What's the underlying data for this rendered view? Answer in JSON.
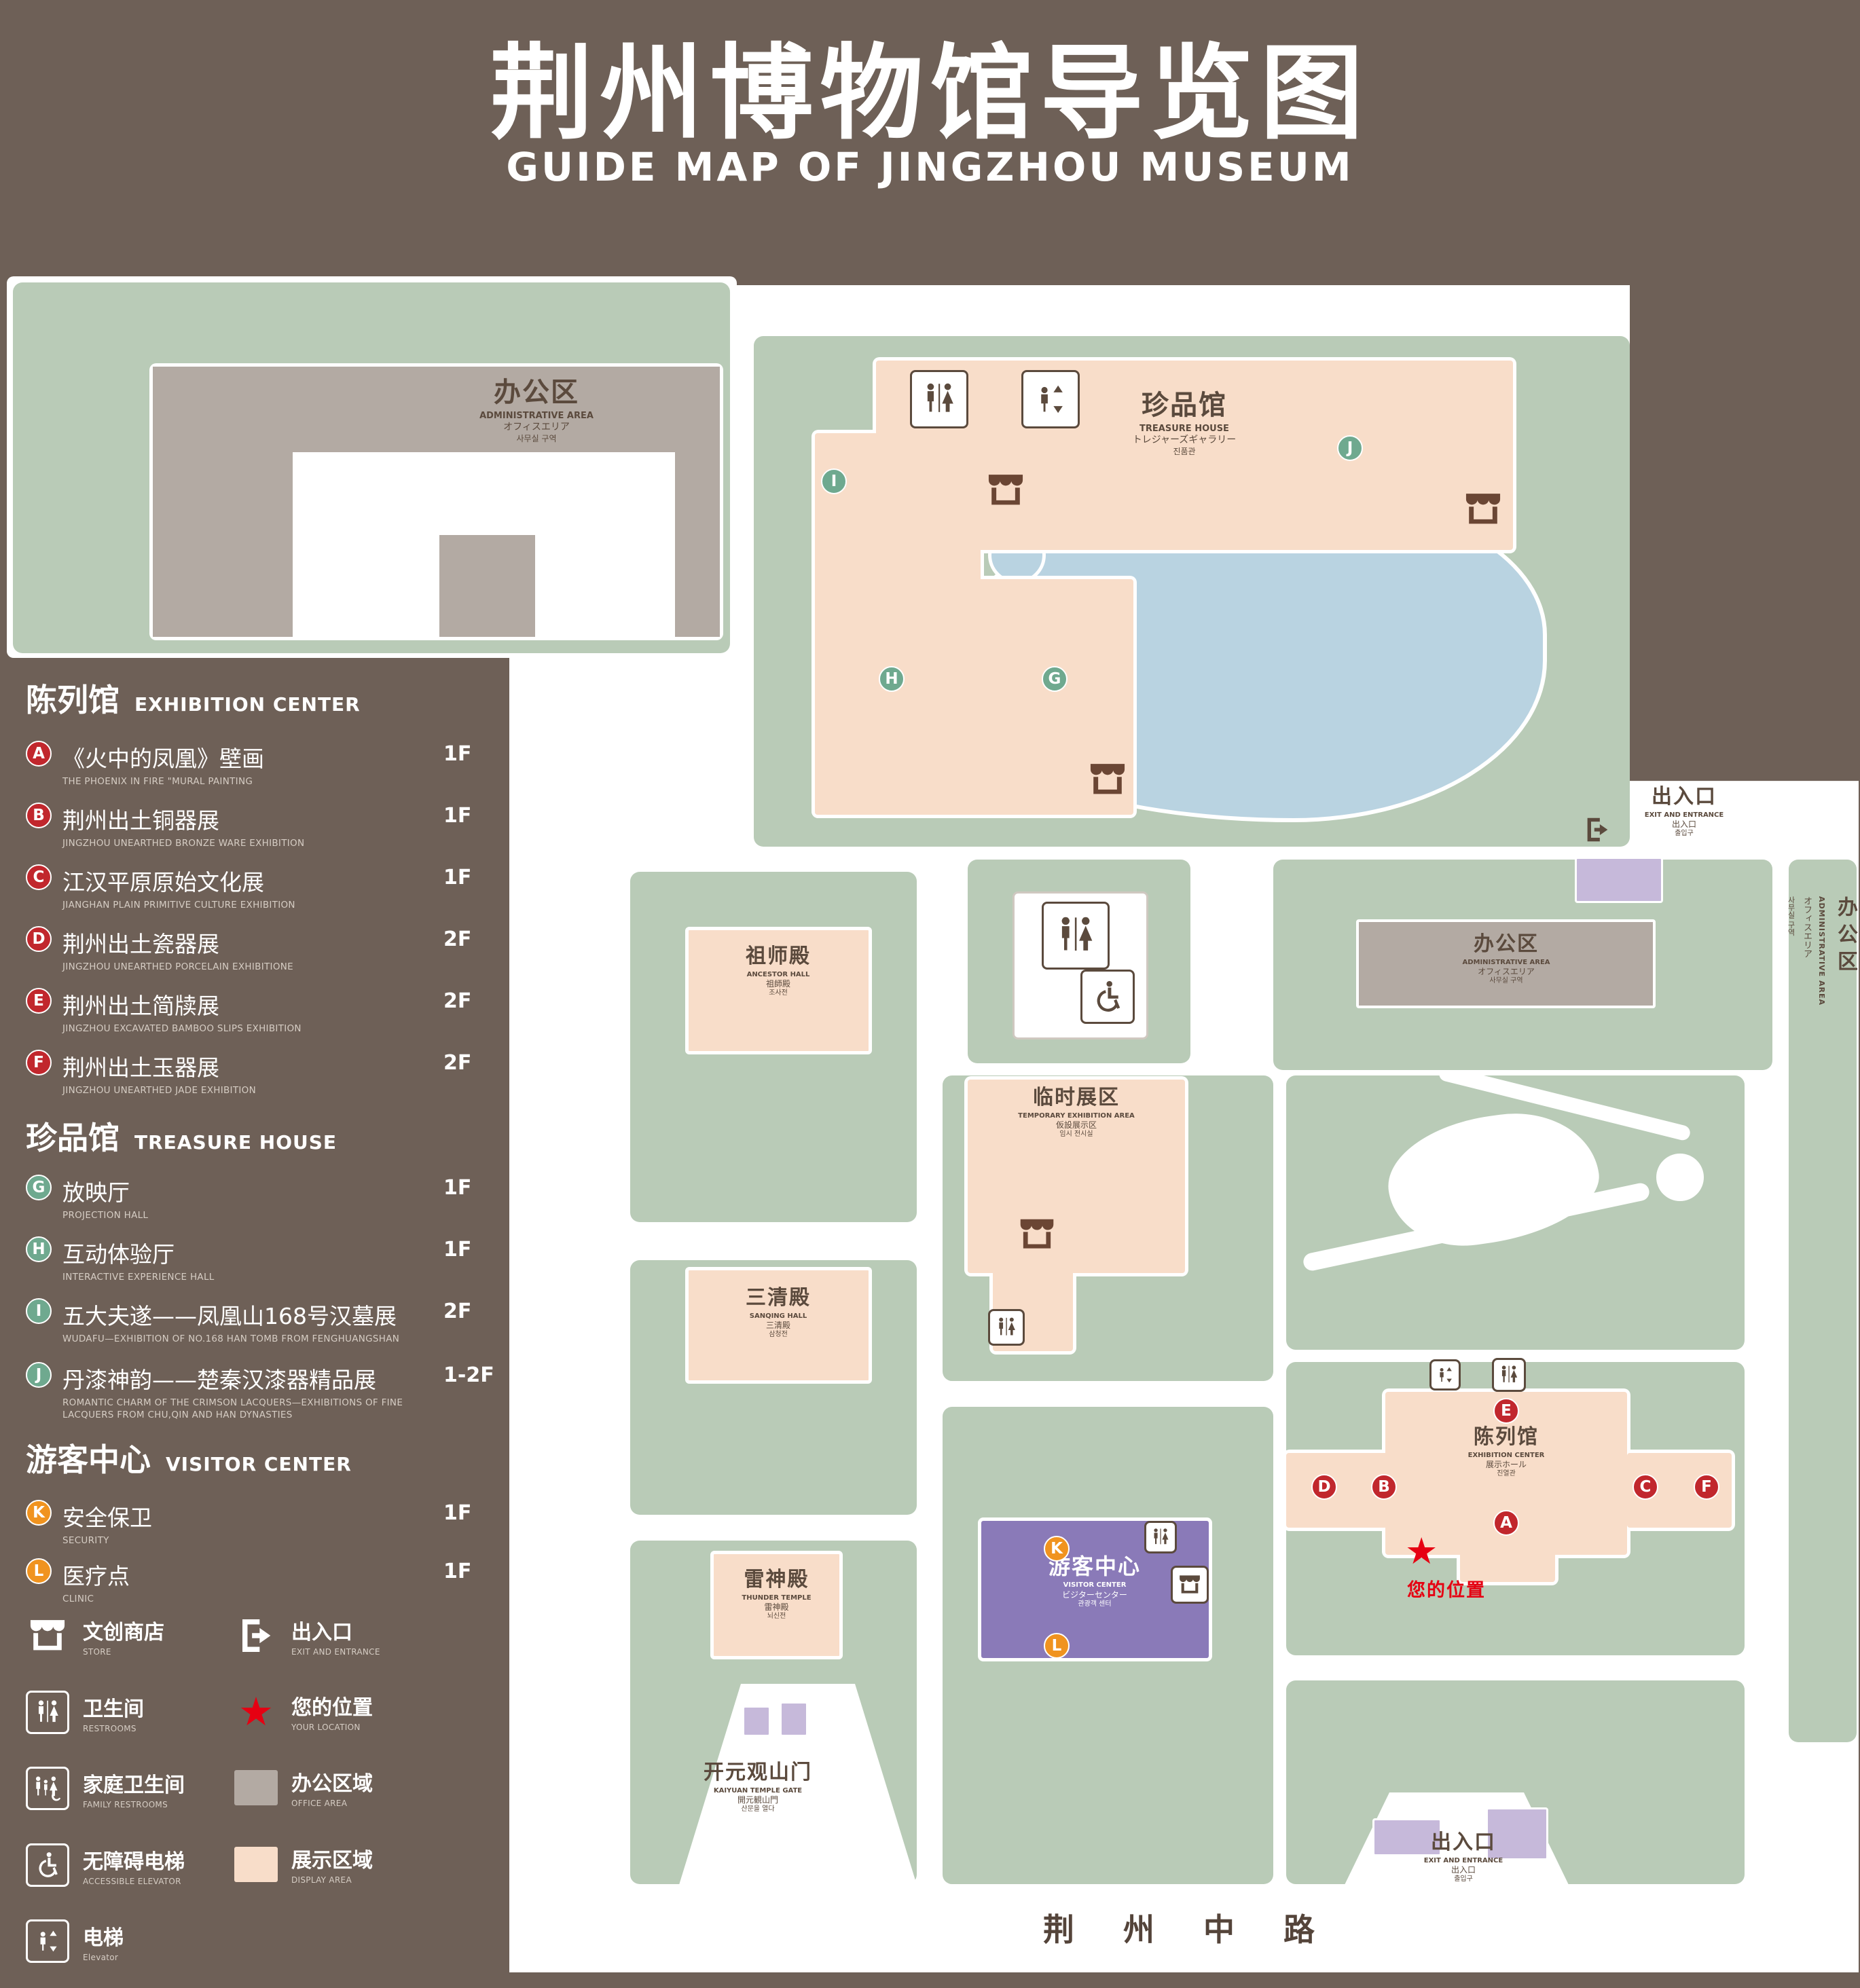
{
  "header": {
    "title": "荆州博物馆导览图",
    "subtitle": "GUIDE MAP OF JINGZHOU MUSEUM"
  },
  "sidebar": {
    "sections": [
      {
        "zh": "陈列馆",
        "en": "EXHIBITION CENTER",
        "items": [
          {
            "badge": "A",
            "zh": "《火中的凤凰》壁画",
            "en": "THE PHOENIX IN FIRE \"MURAL PAINTING",
            "floor": "1F"
          },
          {
            "badge": "B",
            "zh": "荆州出土铜器展",
            "en": "JINGZHOU UNEARTHED BRONZE WARE EXHIBITION",
            "floor": "1F"
          },
          {
            "badge": "C",
            "zh": "江汉平原原始文化展",
            "en": "JIANGHAN PLAIN PRIMITIVE CULTURE EXHIBITION",
            "floor": "1F"
          },
          {
            "badge": "D",
            "zh": "荆州出土瓷器展",
            "en": "JINGZHOU UNEARTHED PORCELAIN EXHIBITIONE",
            "floor": "2F"
          },
          {
            "badge": "E",
            "zh": "荆州出土简牍展",
            "en": "JINGZHOU EXCAVATED BAMBOO SLIPS EXHIBITION",
            "floor": "2F"
          },
          {
            "badge": "F",
            "zh": "荆州出土玉器展",
            "en": "JINGZHOU UNEARTHED JADE EXHIBITION",
            "floor": "2F"
          }
        ]
      },
      {
        "zh": "珍品馆",
        "en": "TREASURE HOUSE",
        "items": [
          {
            "badge": "G",
            "zh": "放映厅",
            "en": "PROJECTION HALL",
            "floor": "1F"
          },
          {
            "badge": "H",
            "zh": "互动体验厅",
            "en": "INTERACTIVE EXPERIENCE HALL",
            "floor": "1F"
          },
          {
            "badge": "I",
            "zh": "五大夫遂——凤凰山168号汉墓展",
            "en": "WUDAFU—EXHIBITION OF NO.168 HAN TOMB FROM FENGHUANGSHAN",
            "floor": "2F"
          },
          {
            "badge": "J",
            "zh": "丹漆神韵——楚秦汉漆器精品展",
            "en": "ROMANTIC CHARM OF THE CRIMSON LACQUERS—EXHIBITIONS OF FINE LACQUERS FROM CHU,QIN AND HAN DYNASTIES",
            "floor": "1-2F"
          }
        ]
      },
      {
        "zh": "游客中心",
        "en": "VISITOR CENTER",
        "items": [
          {
            "badge": "K",
            "zh": "安全保卫",
            "en": "SECURITY",
            "floor": "1F"
          },
          {
            "badge": "L",
            "zh": "医疗点",
            "en": "CLINIC",
            "floor": "1F"
          }
        ]
      }
    ],
    "legend": [
      {
        "icon": "store-icon",
        "zh": "文创商店",
        "en": "STORE"
      },
      {
        "icon": "exit-icon",
        "zh": "出入口",
        "en": "EXIT AND ENTRANCE"
      },
      {
        "icon": "restroom-icon",
        "zh": "卫生间",
        "en": "RESTROOMS"
      },
      {
        "icon": "location-star-icon",
        "zh": "您的位置",
        "en": "YOUR LOCATION"
      },
      {
        "icon": "family-restroom-icon",
        "zh": "家庭卫生间",
        "en": "FAMILY RESTROOMS"
      },
      {
        "icon": "office-area-swatch",
        "zh": "办公区域",
        "en": "OFFICE AREA"
      },
      {
        "icon": "wheelchair-icon",
        "zh": "无障碍电梯",
        "en": "ACCESSIBLE ELEVATOR"
      },
      {
        "icon": "display-area-swatch",
        "zh": "展示区域",
        "en": "DISPLAY AREA"
      },
      {
        "icon": "elevator-icon",
        "zh": "电梯",
        "en": "Elevator"
      }
    ]
  },
  "map": {
    "admin_top_left": {
      "zh": "办公区",
      "en": "ADMINISTRATIVE AREA",
      "ja": "オフィスエリア",
      "ko": "사무실 구역"
    },
    "treasure_house": {
      "zh": "珍品馆",
      "en": "TREASURE HOUSE",
      "ja": "トレジャーズギャラリー",
      "ko": "진품관"
    },
    "ancestor_hall": {
      "zh": "祖师殿",
      "en": "ANCESTOR HALL",
      "ja": "祖師殿",
      "ko": "조사전"
    },
    "temporary_area": {
      "zh": "临时展区",
      "en": "TEMPORARY EXHIBITION AREA",
      "ja": "仮設展示区",
      "ko": "임시 전시실"
    },
    "admin_right": {
      "zh": "办公区",
      "en": "ADMINISTRATIVE AREA",
      "ja": "オフィスエリア",
      "ko": "사무실 구역"
    },
    "admin_far_right": {
      "zh": "办公区",
      "en": "ADMINISTRATIVE AREA",
      "ja": "オフィスエリア",
      "ko": "사무실 구역"
    },
    "sanqing_hall": {
      "zh": "三清殿",
      "en": "SANQING HALL",
      "ja": "三清殿",
      "ko": "삼청전"
    },
    "thunder_temple": {
      "zh": "雷神殿",
      "en": "THUNDER TEMPLE",
      "ja": "雷神殿",
      "ko": "뇌신전"
    },
    "visitor_center": {
      "zh": "游客中心",
      "en": "VISITOR CENTER",
      "ja": "ビジターセンター",
      "ko": "관광객 센터"
    },
    "exhibition_center": {
      "zh": "陈列馆",
      "en": "EXHIBITION CENTER",
      "ja": "展示ホール",
      "ko": "진열관"
    },
    "kaiyuan_gate": {
      "zh": "开元观山门",
      "en": "KAIYUAN TEMPLE GATE",
      "ja": "開元観山門",
      "ko": "산문을 열다"
    },
    "exit_right": {
      "zh": "出入口",
      "en": "EXIT AND ENTRANCE",
      "ja": "出入口",
      "ko": "출입구"
    },
    "exit_bottom": {
      "zh": "出入口",
      "en": "EXIT AND ENTRANCE",
      "ja": "出入口",
      "ko": "출입구"
    },
    "your_location": "您的位置",
    "road": "荆 州 中 路",
    "markers": {
      "A": "A",
      "B": "B",
      "C": "C",
      "D": "D",
      "E": "E",
      "F": "F",
      "G": "G",
      "H": "H",
      "I": "I",
      "J": "J",
      "K": "K",
      "L": "L"
    }
  },
  "colors": {
    "background": "#6e6057",
    "map_green": "#b9cbb7",
    "display_area": "#f8ddc9",
    "office_area": "#b3aaa3",
    "pond": "#b9d3e1",
    "visitor_purple": "#8a7ab8",
    "entrance_purple": "#c6b9da",
    "marker_red": "#c1272d",
    "marker_green": "#6fa98f",
    "marker_orange": "#f0931f",
    "ink": "#5b4a3d",
    "location_red": "#e60012"
  }
}
